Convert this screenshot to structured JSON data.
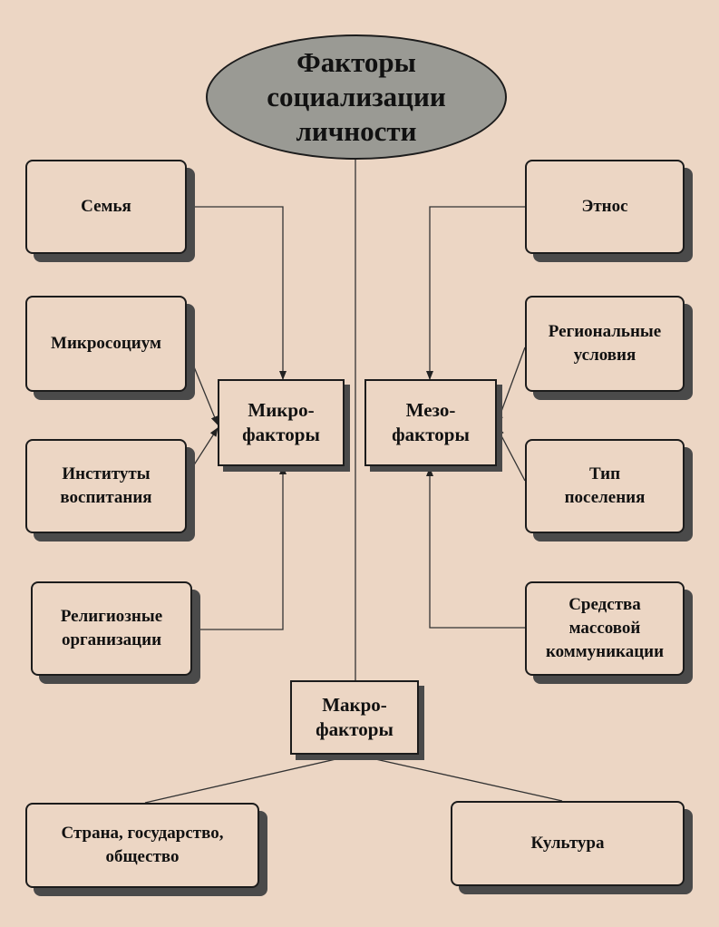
{
  "title": "Факторы\nсоциализации\nличности",
  "groups": {
    "micro": "Микро-\nфакторы",
    "meso": "Мезо-\nфакторы",
    "macro": "Макро-\nфакторы"
  },
  "micro_factors": [
    "Семья",
    "Микросоциум",
    "Институты\nвоспитания",
    "Религиозные\nорганизации"
  ],
  "meso_factors": [
    "Этнос",
    "Региональные\nусловия",
    "Тип\nпоселения",
    "Средства\nмассовой\nкоммуникации"
  ],
  "macro_factors": [
    "Страна, государство,\nобщество",
    "Культура"
  ]
}
